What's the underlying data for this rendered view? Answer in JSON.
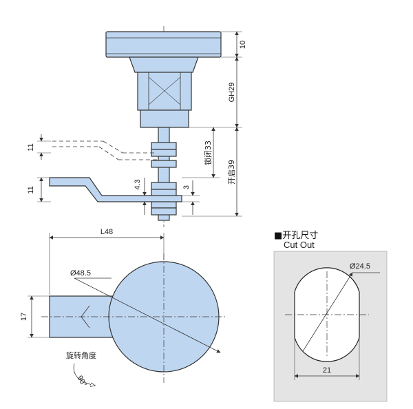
{
  "dimensions": {
    "top_thickness": "10",
    "gh": "GH29",
    "locked": "锁闭33",
    "open": "开启39",
    "left_gap_top": "11",
    "left_gap_bottom": "11",
    "cam_offset": "4.3",
    "cam_thickness": "3",
    "length": "L48",
    "diameter": "Ø48.5",
    "cam_width": "17",
    "rotation_label": "旋转角度",
    "rotation_angle": "90°"
  },
  "cutout": {
    "title": "■开孔尺寸",
    "subtitle": "Cut Out",
    "diameter": "Ø24.5",
    "width": "21"
  },
  "colors": {
    "part_fill": "#bfd6f0",
    "panel_fill": "#e4e4e4",
    "line": "#333333"
  }
}
